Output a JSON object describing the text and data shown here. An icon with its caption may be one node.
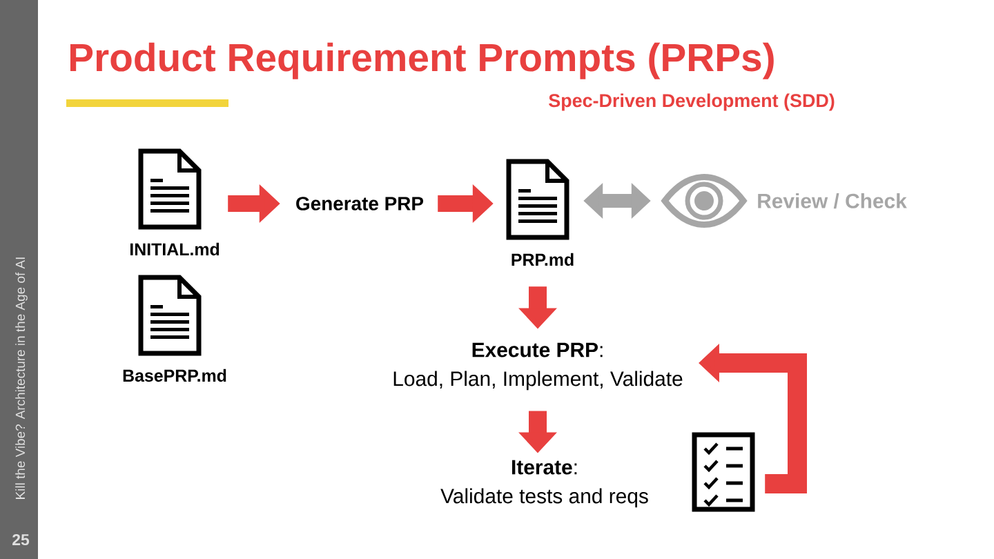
{
  "diagram": {
    "title": "Product Requirement Prompts (PRPs)",
    "nodes": [
      {
        "text": [
          "INITIAL.md"
        ]
      },
      {
        "text": [
          "BasePRP.md"
        ]
      },
      {
        "text": [
          "Generate PRP"
        ]
      },
      {
        "text": [
          "PRP.md"
        ]
      },
      {
        "text": [
          "Review / Check"
        ]
      },
      {
        "text": [
          "**Execute PRP**:",
          "Load, Plan, Implement, Validate"
        ]
      },
      {
        "text": [
          "**Iterate**:",
          "Validate tests and reqs"
        ]
      },
      {
        "text": [],
        "shape": "checklist"
      }
    ],
    "edges": [
      {
        "from": 0,
        "to": 2,
        "arrow": "to"
      },
      {
        "from": 2,
        "to": 3,
        "arrow": "to"
      },
      {
        "from": 3,
        "to": 4,
        "arrow": "both",
        "color": "#a6a6a6"
      },
      {
        "from": 3,
        "to": 5,
        "arrow": "to"
      },
      {
        "from": 5,
        "to": 6,
        "arrow": "to"
      },
      {
        "from": 7,
        "to": 5,
        "arrow": "to"
      }
    ],
    "labels": [
      "Spec-Driven Development (SDD)",
      "Kill the Vibe? Architecture in the Age of AI",
      "25"
    ]
  }
}
